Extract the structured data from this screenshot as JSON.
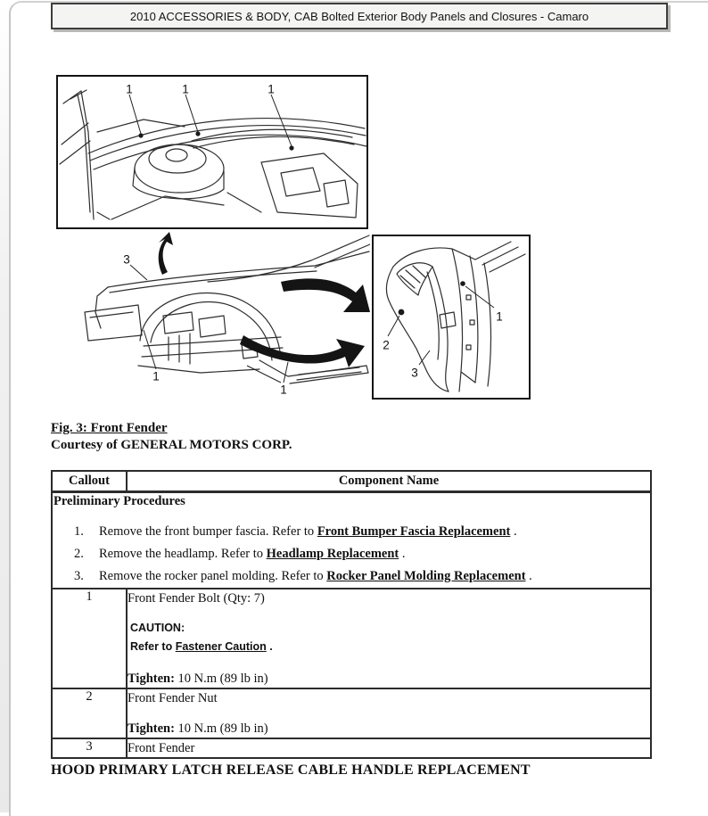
{
  "header": {
    "title": "2010 ACCESSORIES & BODY, CAB Bolted Exterior Body Panels and Closures - Camaro"
  },
  "figure": {
    "caption": "Fig. 3: Front Fender",
    "courtesy": "Courtesy of GENERAL MOTORS CORP.",
    "top_box_callouts": [
      "1",
      "1",
      "1"
    ],
    "side_view_callouts": [
      "3",
      "1",
      "1"
    ],
    "detail_box_callouts": [
      "1",
      "2",
      "3"
    ]
  },
  "table": {
    "headers": [
      "Callout",
      "Component Name"
    ],
    "preliminary": {
      "title": "Preliminary Procedures",
      "steps": [
        {
          "num": "1.",
          "text": "Remove the front bumper fascia. Refer to ",
          "link": "Front Bumper Fascia Replacement",
          "suffix": " ."
        },
        {
          "num": "2.",
          "text": "Remove the headlamp. Refer to ",
          "link": "Headlamp Replacement",
          "suffix": " ."
        },
        {
          "num": "3.",
          "text": "Remove the rocker panel molding. Refer to ",
          "link": "Rocker Panel Molding Replacement",
          "suffix": " ."
        }
      ]
    },
    "rows": [
      {
        "callout": "1",
        "name": "Front Fender Bolt (Qty: 7)",
        "caution_label": "CAUTION:",
        "caution_prefix": "Refer to ",
        "caution_link": "Fastener Caution",
        "caution_suffix": " .",
        "tighten_label": "Tighten:",
        "tighten_value": "10 N.m (89 lb in)"
      },
      {
        "callout": "2",
        "name": "Front Fender Nut",
        "tighten_label": "Tighten:",
        "tighten_value": "10 N.m (89 lb in)"
      },
      {
        "callout": "3",
        "name": "Front Fender"
      }
    ]
  },
  "next_section": {
    "heading": "HOOD PRIMARY LATCH RELEASE CABLE HANDLE REPLACEMENT"
  }
}
